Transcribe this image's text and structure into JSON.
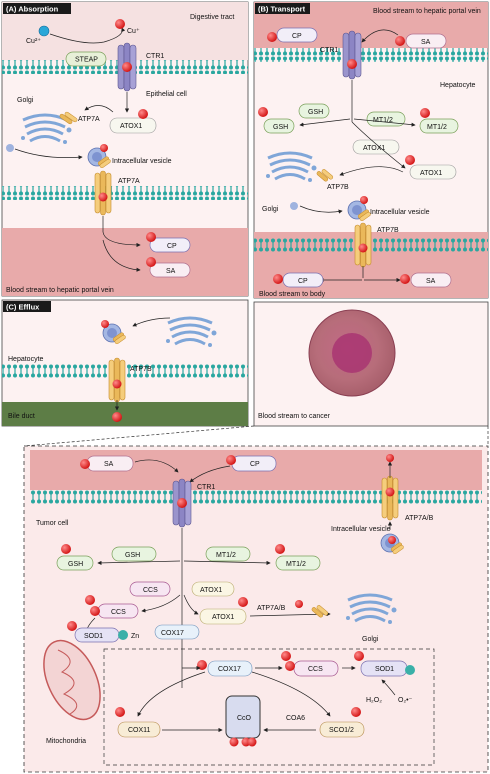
{
  "panels": {
    "a": {
      "title": "(A) Absorption",
      "region": "Digestive tract",
      "cu2": "Cu²⁺",
      "cu1": "Cu⁺",
      "steap": "STEAP",
      "ctr1": "CTR1",
      "epithelial": "Epithelial cell",
      "golgi": "Golgi",
      "atp7a_top": "ATP7A",
      "atox1": "ATOX1",
      "vesicle": "Intracellular vesicle",
      "atp7a_bottom": "ATP7A",
      "cp": "CP",
      "sa": "SA",
      "blood": "Blood stream to hepatic portal vein"
    },
    "b": {
      "title": "(B) Transport",
      "blood_top": "Blood stream to hepatic portal vein",
      "cp": "CP",
      "sa": "SA",
      "ctr1": "CTR1",
      "hepatocyte": "Hepatocyte",
      "gsh_a": "GSH",
      "gsh_b": "GSH",
      "mt_a": "MT1/2",
      "mt_b": "MT1/2",
      "atox1_a": "ATOX1",
      "atox1_b": "ATOX1",
      "atp7b_golgi": "ATP7B",
      "golgi": "Golgi",
      "vesicle": "Intracellular vesicle",
      "atp7b": "ATP7B",
      "cp2": "CP",
      "sa2": "SA",
      "blood_body": "Blood stream to body"
    },
    "c": {
      "title": "(C) Efflux",
      "hepatocyte": "Hepatocyte",
      "atp7b": "ATP7B",
      "bile": "Bile duct"
    },
    "cancer": {
      "label": "Blood stream to cancer"
    },
    "d": {
      "sa": "SA",
      "cp": "CP",
      "ctr1": "CTR1",
      "tumor": "Tumor cell",
      "atp7ab_top": "ATP7A/B",
      "vesicle": "Intracellular vesicle",
      "gsh_a": "GSH",
      "gsh_b": "GSH",
      "mt_a": "MT1/2",
      "mt_b": "MT1/2",
      "ccs_a": "CCS",
      "ccs_b": "CCS",
      "atox1_a": "ATOX1",
      "atox1_b": "ATOX1",
      "atp7ab_golgi": "ATP7A/B",
      "sod1_a": "SOD1",
      "zn": "Zn",
      "cox17_a": "COX17",
      "golgi": "Golgi",
      "cox17_b": "COX17",
      "ccs_c": "CCS",
      "sod1_b": "SOD1",
      "h2o2": "H₂O₂",
      "o2": "O₂•⁻",
      "mito": "Mitochondria",
      "cox11": "COX11",
      "cco": "CcO",
      "coa6": "COA6",
      "sco": "SCO1/2"
    }
  },
  "colors": {
    "copper": "#e62020",
    "blood": "#e8aaaa",
    "cell": "#fbeaea",
    "membrane": "#2aa7a0",
    "transporter": "#f0c070",
    "ctr1": "#9a94cc",
    "bile": "#5d7d46",
    "panel_title": "#1a1a1a"
  }
}
